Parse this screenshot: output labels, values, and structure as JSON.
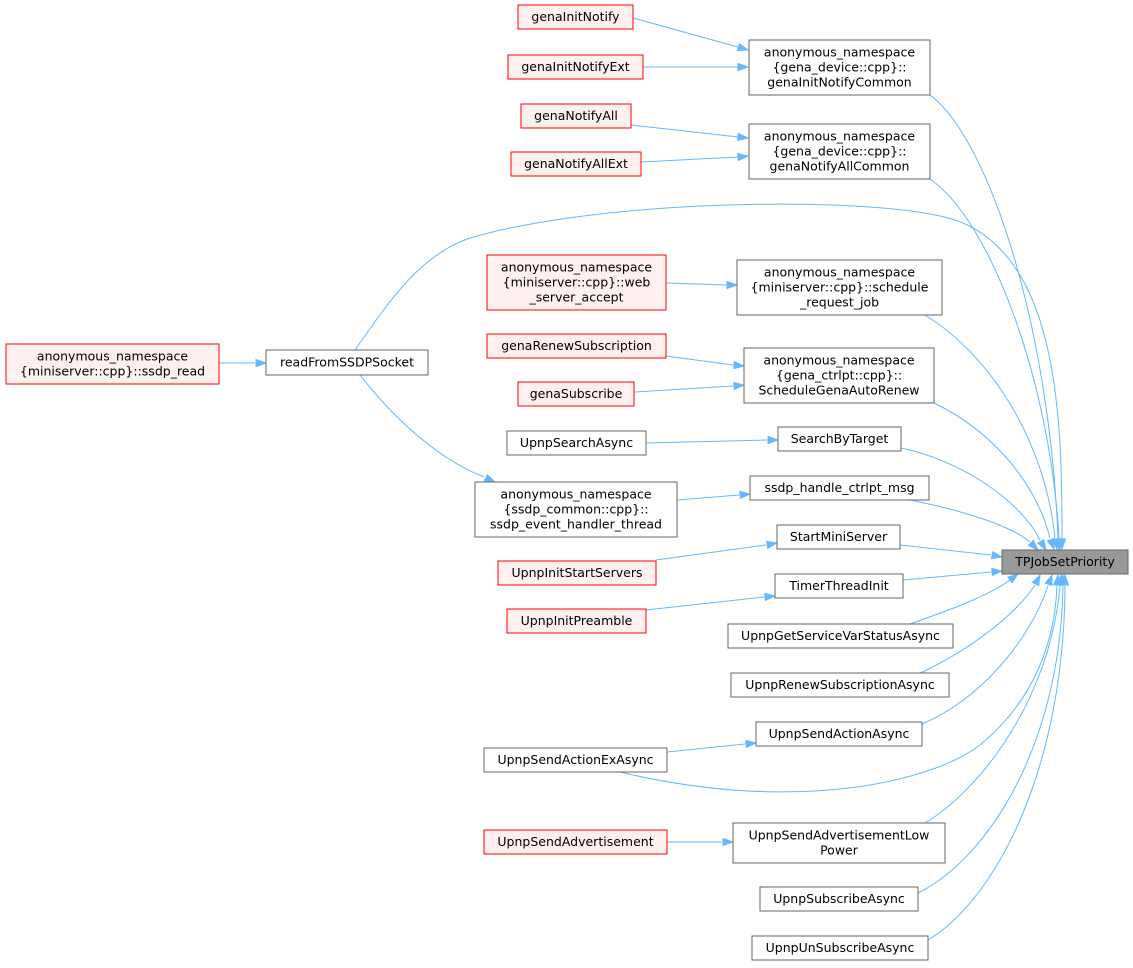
{
  "colors": {
    "edge": "#63b8ff",
    "normal_border": "#666666",
    "normal_fill": "#ffffff",
    "undocumented_border": "#ff0000",
    "undocumented_fill": "#fff0f0",
    "target_border": "#666666",
    "target_fill": "#999999"
  },
  "nodes": [
    {
      "id": "target",
      "kind": "target",
      "lines": [
        "TPJobSetPriority"
      ]
    },
    {
      "id": "genaInitNotify",
      "kind": "undocumented",
      "lines": [
        "genaInitNotify"
      ]
    },
    {
      "id": "genaInitNotifyExt",
      "kind": "undocumented",
      "lines": [
        "genaInitNotifyExt"
      ]
    },
    {
      "id": "genaInitNotifyCommon",
      "kind": "normal",
      "lines": [
        "anonymous_namespace",
        "{gena_device::cpp}::",
        "genaInitNotifyCommon"
      ]
    },
    {
      "id": "genaNotifyAll",
      "kind": "undocumented",
      "lines": [
        "genaNotifyAll"
      ]
    },
    {
      "id": "genaNotifyAllExt",
      "kind": "undocumented",
      "lines": [
        "genaNotifyAllExt"
      ]
    },
    {
      "id": "genaNotifyAllCommon",
      "kind": "normal",
      "lines": [
        "anonymous_namespace",
        "{gena_device::cpp}::",
        "genaNotifyAllCommon"
      ]
    },
    {
      "id": "web_server_accept",
      "kind": "undocumented",
      "lines": [
        "anonymous_namespace",
        "{miniserver::cpp}::web",
        "_server_accept"
      ]
    },
    {
      "id": "schedule_request_job",
      "kind": "normal",
      "lines": [
        "anonymous_namespace",
        "{miniserver::cpp}::schedule",
        "_request_job"
      ]
    },
    {
      "id": "ssdp_read",
      "kind": "undocumented",
      "lines": [
        "anonymous_namespace",
        "{miniserver::cpp}::ssdp_read"
      ]
    },
    {
      "id": "readFromSSDPSocket",
      "kind": "normal",
      "lines": [
        "readFromSSDPSocket"
      ]
    },
    {
      "id": "genaRenewSubscription",
      "kind": "undocumented",
      "lines": [
        "genaRenewSubscription"
      ]
    },
    {
      "id": "genaSubscribe",
      "kind": "undocumented",
      "lines": [
        "genaSubscribe"
      ]
    },
    {
      "id": "ScheduleGenaAutoRenew",
      "kind": "normal",
      "lines": [
        "anonymous_namespace",
        "{gena_ctrlpt::cpp}::",
        "ScheduleGenaAutoRenew"
      ]
    },
    {
      "id": "UpnpSearchAsync",
      "kind": "normal",
      "lines": [
        "UpnpSearchAsync"
      ]
    },
    {
      "id": "SearchByTarget",
      "kind": "normal",
      "lines": [
        "SearchByTarget"
      ]
    },
    {
      "id": "ssdp_event_handler_thread",
      "kind": "normal",
      "lines": [
        "anonymous_namespace",
        "{ssdp_common::cpp}::",
        "ssdp_event_handler_thread"
      ]
    },
    {
      "id": "ssdp_handle_ctrlpt_msg",
      "kind": "normal",
      "lines": [
        "ssdp_handle_ctrlpt_msg"
      ]
    },
    {
      "id": "StartMiniServer",
      "kind": "normal",
      "lines": [
        "StartMiniServer"
      ]
    },
    {
      "id": "UpnpInitStartServers",
      "kind": "undocumented",
      "lines": [
        "UpnpInitStartServers"
      ]
    },
    {
      "id": "TimerThreadInit",
      "kind": "normal",
      "lines": [
        "TimerThreadInit"
      ]
    },
    {
      "id": "UpnpInitPreamble",
      "kind": "undocumented",
      "lines": [
        "UpnpInitPreamble"
      ]
    },
    {
      "id": "UpnpGetServiceVarStatusAsync",
      "kind": "normal",
      "lines": [
        "UpnpGetServiceVarStatusAsync"
      ]
    },
    {
      "id": "UpnpRenewSubscriptionAsync",
      "kind": "normal",
      "lines": [
        "UpnpRenewSubscriptionAsync"
      ]
    },
    {
      "id": "UpnpSendActionAsync",
      "kind": "normal",
      "lines": [
        "UpnpSendActionAsync"
      ]
    },
    {
      "id": "UpnpSendActionExAsync",
      "kind": "normal",
      "lines": [
        "UpnpSendActionExAsync"
      ]
    },
    {
      "id": "UpnpSendAdvertisement",
      "kind": "undocumented",
      "lines": [
        "UpnpSendAdvertisement"
      ]
    },
    {
      "id": "UpnpSendAdvertisementLowPower",
      "kind": "normal",
      "lines": [
        "UpnpSendAdvertisementLow",
        "Power"
      ]
    },
    {
      "id": "UpnpSubscribeAsync",
      "kind": "normal",
      "lines": [
        "UpnpSubscribeAsync"
      ]
    },
    {
      "id": "UpnpUnSubscribeAsync",
      "kind": "normal",
      "lines": [
        "UpnpUnSubscribeAsync"
      ]
    }
  ],
  "edges": [
    {
      "from": "genaInitNotify",
      "to": "genaInitNotifyCommon"
    },
    {
      "from": "genaInitNotifyExt",
      "to": "genaInitNotifyCommon"
    },
    {
      "from": "genaInitNotifyCommon",
      "to": "target"
    },
    {
      "from": "genaNotifyAll",
      "to": "genaNotifyAllCommon"
    },
    {
      "from": "genaNotifyAllExt",
      "to": "genaNotifyAllCommon"
    },
    {
      "from": "genaNotifyAllCommon",
      "to": "target"
    },
    {
      "from": "readFromSSDPSocket",
      "to": "target"
    },
    {
      "from": "web_server_accept",
      "to": "schedule_request_job"
    },
    {
      "from": "schedule_request_job",
      "to": "target"
    },
    {
      "from": "ssdp_read",
      "to": "readFromSSDPSocket"
    },
    {
      "from": "readFromSSDPSocket",
      "to": "ssdp_event_handler_thread"
    },
    {
      "from": "genaRenewSubscription",
      "to": "ScheduleGenaAutoRenew"
    },
    {
      "from": "genaSubscribe",
      "to": "ScheduleGenaAutoRenew"
    },
    {
      "from": "ScheduleGenaAutoRenew",
      "to": "target"
    },
    {
      "from": "UpnpSearchAsync",
      "to": "SearchByTarget"
    },
    {
      "from": "SearchByTarget",
      "to": "target"
    },
    {
      "from": "ssdp_event_handler_thread",
      "to": "ssdp_handle_ctrlpt_msg"
    },
    {
      "from": "ssdp_handle_ctrlpt_msg",
      "to": "target"
    },
    {
      "from": "UpnpInitStartServers",
      "to": "StartMiniServer"
    },
    {
      "from": "StartMiniServer",
      "to": "target"
    },
    {
      "from": "UpnpInitPreamble",
      "to": "TimerThreadInit"
    },
    {
      "from": "TimerThreadInit",
      "to": "target"
    },
    {
      "from": "UpnpGetServiceVarStatusAsync",
      "to": "target"
    },
    {
      "from": "UpnpRenewSubscriptionAsync",
      "to": "target"
    },
    {
      "from": "UpnpSendActionExAsync",
      "to": "UpnpSendActionAsync"
    },
    {
      "from": "UpnpSendActionAsync",
      "to": "target"
    },
    {
      "from": "UpnpSendActionExAsync",
      "to": "target"
    },
    {
      "from": "UpnpSendAdvertisement",
      "to": "UpnpSendAdvertisementLowPower"
    },
    {
      "from": "UpnpSendAdvertisementLowPower",
      "to": "target"
    },
    {
      "from": "UpnpSubscribeAsync",
      "to": "target"
    },
    {
      "from": "UpnpUnSubscribeAsync",
      "to": "target"
    }
  ]
}
